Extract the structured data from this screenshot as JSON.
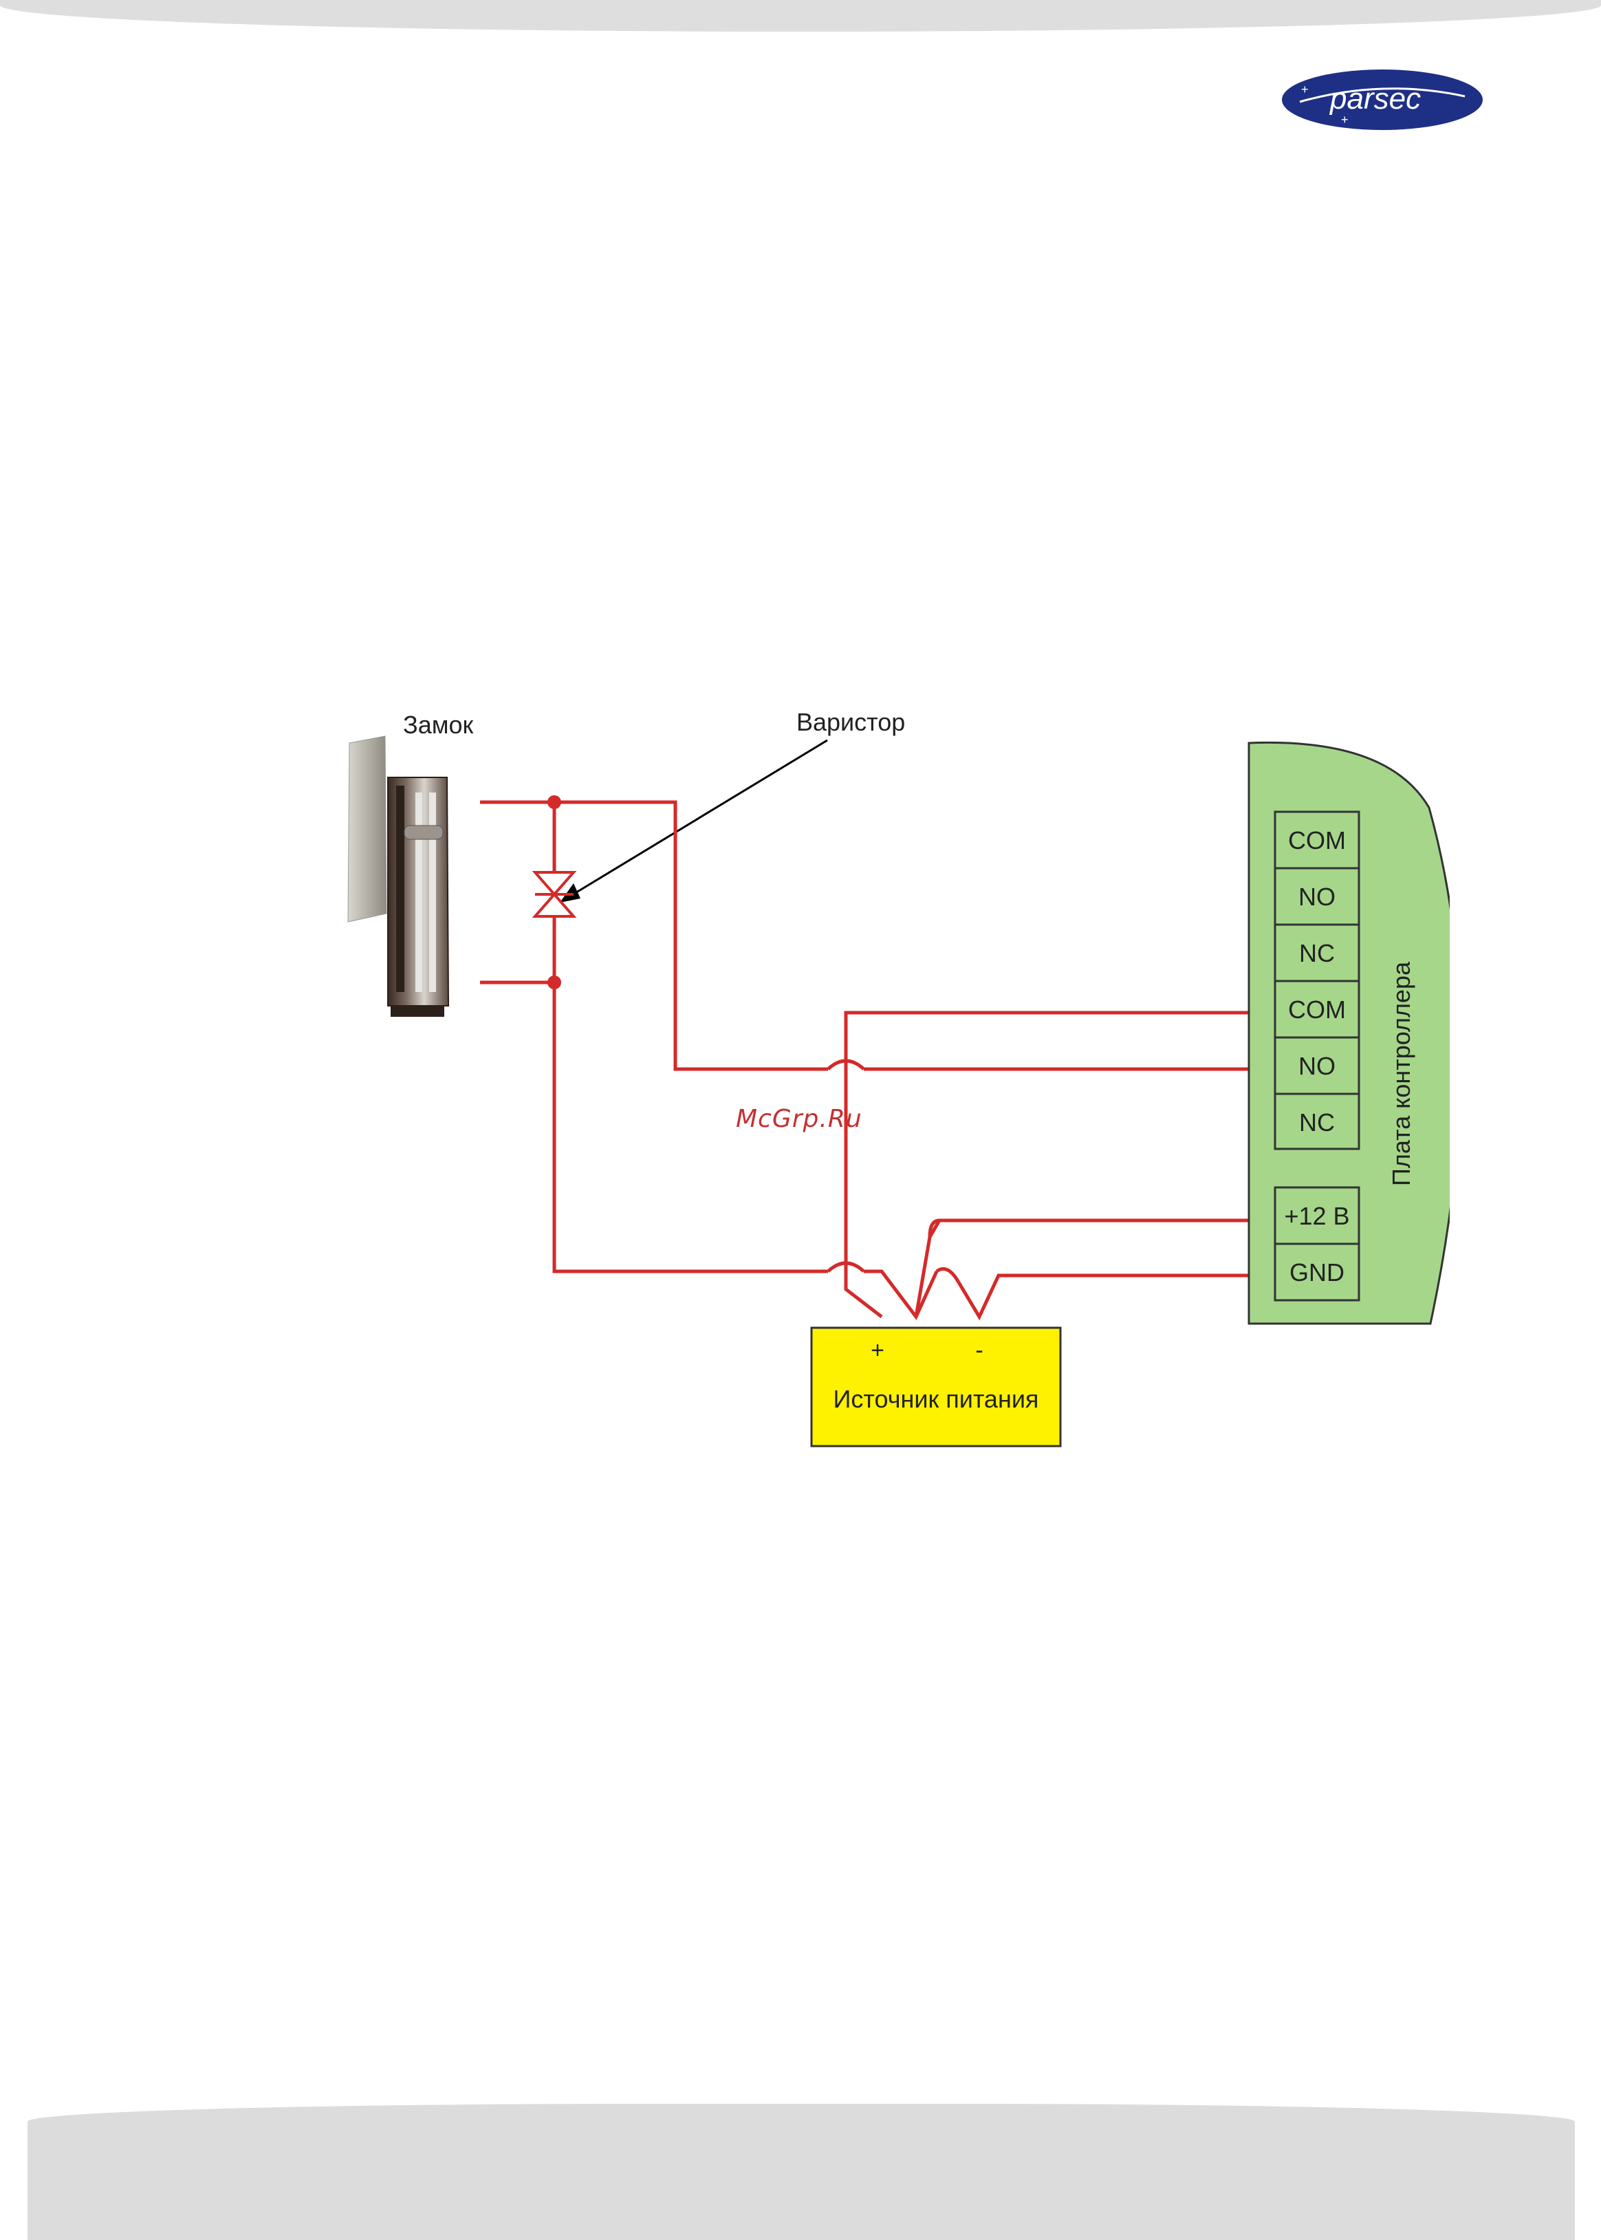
{
  "header": {
    "logo_text": "parsec",
    "logo_color": "#1e2f86"
  },
  "diagram": {
    "lock_label": "Замок",
    "varistor_label": "Варистор",
    "controller_label": "Плата контроллера",
    "terminals": [
      "COM",
      "NO",
      "NC",
      "COM",
      "NO",
      "NC"
    ],
    "power_terminals": [
      "+12 В",
      "GND"
    ],
    "psu_label": "Источник питания",
    "psu_plus": "+",
    "psu_minus": "-",
    "colors": {
      "wire": "#d42a2a",
      "controller_fill": "#a6d68a",
      "psu_fill": "#fff200"
    }
  },
  "watermark": "McGrp.Ru"
}
